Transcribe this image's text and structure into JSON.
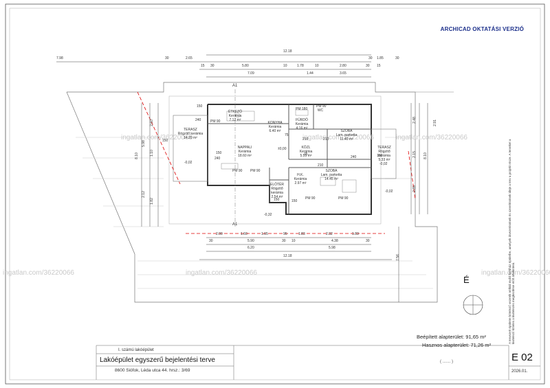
{
  "header": {
    "version_label": "ARCHICAD OKTATÁSI VERZIÓ"
  },
  "watermarks": [
    "ingatlan.com/36220066",
    "ingatlan.com/36220066",
    "ingatlan.com/36220066",
    "ingatlan.com/36220066",
    "ingatlan.com/36220066",
    "ingatlan.com/36220066"
  ],
  "dimensions_top": {
    "row1": [
      "7.98",
      "30",
      "2.65",
      "12.18",
      "30",
      "1.85",
      "30"
    ],
    "row2": [
      "15",
      "30",
      "5.80",
      "10",
      "1.78",
      "10",
      "2.80",
      "30",
      "15"
    ],
    "row3": [
      "7.09",
      "1.44",
      "3.65"
    ]
  },
  "dimensions_bottom": {
    "row1": [
      "2.00",
      "1.60",
      "1.65",
      "95",
      "1.83",
      "2.32",
      "1.83"
    ],
    "row2": [
      "30",
      "5.90",
      "30",
      "10",
      "4.38",
      "30"
    ],
    "row3": [
      "6.20",
      "5.98"
    ],
    "total": "12.18",
    "side": "7.56"
  },
  "dimensions_left": [
    "8.10",
    "5.98",
    "2.12",
    "1.10",
    "2.60",
    "1.82"
  ],
  "dimensions_right": [
    "8.10",
    "2.48",
    "2.15",
    "2.89",
    "2.91"
  ],
  "rooms": [
    {
      "name": "ÉTKEZŐ",
      "sub": "Kerámia",
      "area": "7.12 m²"
    },
    {
      "name": "KONYHA",
      "sub": "Kerámia",
      "area": "6.40 m²"
    },
    {
      "name": "FÜRDŐ",
      "sub": "Kerámia",
      "area": "4.16 m²"
    },
    {
      "name": "TERASZ",
      "sub": "Rögzítő kerámia",
      "area": "14.20 m²"
    },
    {
      "name": "NAPPALI",
      "sub": "Kerámia",
      "area": "18.60 m²"
    },
    {
      "name": "KÖZL",
      "sub": "Kerámia",
      "area": "5.55 m²"
    },
    {
      "name": "SZOBA",
      "sub": "Lam. parketta",
      "area": "11.40 m²"
    },
    {
      "name": "TERASZ",
      "sub": "Rögzítő kerámia",
      "area": "5.33 m²"
    },
    {
      "name": "SZOBA",
      "sub": "Lam. parketta",
      "area": "14.45 m²"
    },
    {
      "name": "ELŐTÉR",
      "sub": "Rögzítő kerámia",
      "area": "2.54 m²"
    },
    {
      "name": "H.K.",
      "sub": "Kerámia",
      "area": "2.97 m²"
    },
    {
      "name": "WC",
      "sub": "",
      "area": ""
    }
  ],
  "levels": [
    "±0,00",
    "-0,02",
    "-0,02",
    "-0,32",
    "-0,02"
  ],
  "openings": [
    "PM 90",
    "PM 90",
    "PM 90",
    "PM 90",
    "PM 90",
    "PM 180",
    "PM 90",
    "150",
    "240",
    "150",
    "240",
    "75",
    "210",
    "75",
    "210",
    "150",
    "150",
    "240",
    "150",
    "150",
    "210"
  ],
  "section_marks": [
    "A1",
    "A1"
  ],
  "north_label": "É",
  "title_block": {
    "building": "I. számú lakóépület",
    "title": "Lakóépület egyszerű bejelentési terve",
    "address": "8600 Siófok, Léda utca 44. hrsz.: 3/69",
    "sign": "( ....... )",
    "sheet_number": "E 02",
    "date": "2026.01."
  },
  "areas": {
    "built_label": "Beépített alapterület: 91,65 m²",
    "useful_label": "Hasznos alapterület: 71,26 m²"
  },
  "notes": "A tervezett épületre kötelező vezeték nélküli mobil kertiház épületbe, amelyek átvezetésének és szerelésének ideje a terv a projekt része. A terveket a kivitelező köteles a kivitelezés megkezdése előtt áttekinteni."
}
